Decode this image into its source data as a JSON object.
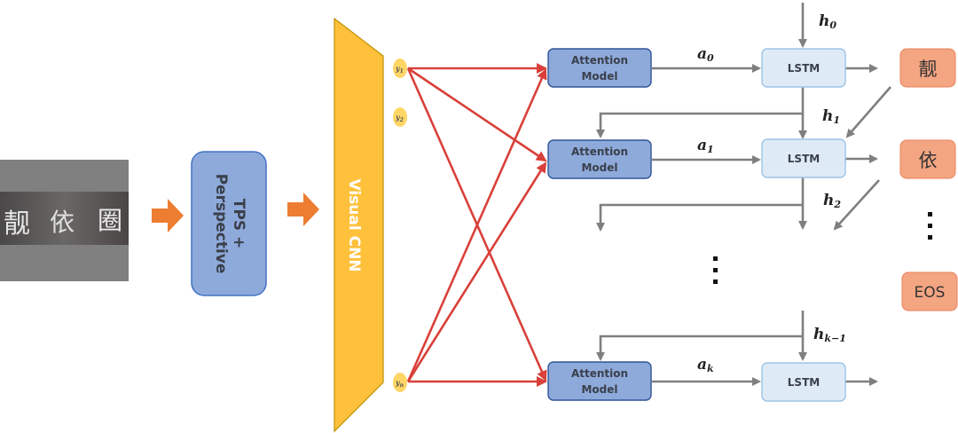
{
  "input_image": {
    "description": "cropped photo of storefront sign text",
    "chars": [
      "靓",
      "依",
      "圈"
    ]
  },
  "rectifier": {
    "label_line1": "TPS +",
    "label_line2": "Perspective"
  },
  "encoder": {
    "label": "Visual CNN"
  },
  "features": [
    {
      "base": "y",
      "sub": "1"
    },
    {
      "base": "y",
      "sub": "2"
    },
    {
      "base": "y",
      "sub": "n"
    }
  ],
  "attention_blocks": [
    {
      "label_line1": "Attention",
      "label_line2": "Model",
      "context": {
        "base": "a",
        "sub": "0"
      }
    },
    {
      "label_line1": "Attention",
      "label_line2": "Model",
      "context": {
        "base": "a",
        "sub": "1"
      }
    },
    {
      "label_line1": "Attention",
      "label_line2": "Model",
      "context": {
        "base": "a",
        "sub": "k"
      }
    }
  ],
  "lstm_blocks": [
    {
      "label": "LSTM"
    },
    {
      "label": "LSTM"
    },
    {
      "label": "LSTM"
    }
  ],
  "hidden_states": [
    {
      "base": "h",
      "sub": "0"
    },
    {
      "base": "h",
      "sub": "1"
    },
    {
      "base": "h",
      "sub": "2"
    },
    {
      "base": "h",
      "sub": "k−1"
    }
  ],
  "outputs": [
    {
      "label": "靓"
    },
    {
      "label": "依"
    },
    {
      "label": "EOS"
    }
  ],
  "ellipsis": "⋮",
  "colors": {
    "flow_arrow": "#ed7d31",
    "rectifier_fill": "#8eaadb",
    "rectifier_stroke": "#4472c4",
    "cnn_fill": "#ffc13b",
    "cnn_stroke": "#bf9000",
    "feature_fill": "#ffd666",
    "attention_edge": "#d9403a",
    "attention_fill": "#8eaadb",
    "attention_stroke": "#2f5597",
    "lstm_fill": "#deebf7",
    "lstm_stroke": "#9dc3e6",
    "connector": "#7f7f7f",
    "output_fill": "#f4a582",
    "output_stroke": "#e8825a"
  }
}
